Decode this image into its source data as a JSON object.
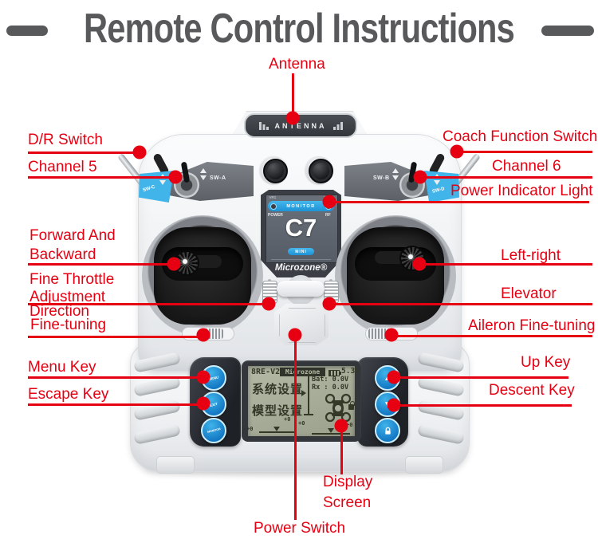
{
  "title": "Remote Control Instructions",
  "callouts": {
    "antenna": "Antenna",
    "dr_switch": "D/R Switch",
    "channel_5": "Channel 5",
    "coach_function_switch": "Coach Function Switch",
    "channel_6": "Channel 6",
    "power_indicator_light": "Power Indicator Light",
    "forward_and": "Forward And",
    "backward": "Backward",
    "fine_throttle": "Fine Throttle",
    "adjustment": "Adjustment",
    "direction": "Direction",
    "direction_fine_tuning": "Fine-tuning",
    "menu_key": "Menu Key",
    "escape_key": "Escape Key",
    "left_right": "Left-right",
    "elevator": "Elevator",
    "aileron_fine_tuning": "Aileron Fine-tuning",
    "up_key": "Up Key",
    "descent_key": "Descent Key",
    "display": "Display",
    "screen": "Screen",
    "power_switch": "Power Switch"
  },
  "device": {
    "antenna_badge": "ANTENNA",
    "switch_labels": {
      "sw_a": "SW-A",
      "sw_b": "SW-B",
      "sw_c": "SW-C",
      "sw_d": "SW-D"
    },
    "screen": {
      "vr1": "VR1",
      "vr2": "VR2",
      "monitor": "MONITOR",
      "power": "POWER",
      "rf": "RF",
      "model": "C7",
      "mini": "MINI",
      "brand": "Microzone®"
    },
    "lcd": {
      "model": "8RE-V2",
      "brand": "Microzone",
      "voltage": "5.3V",
      "bat_line": "Bat:  0.0V",
      "rx_line": "Rx :  0.0V",
      "menu_item_1": "系统设置",
      "menu_item_2": "模型设置",
      "trim_zero": "+0"
    },
    "left_buttons": [
      "MENU",
      "EXIT",
      "MONITOR"
    ],
    "right_button_glyphs": [
      "▲",
      "▼"
    ]
  },
  "colors": {
    "accent_red": "#e60012",
    "title_gray": "#58595b",
    "panel_blue": "#41b4e9",
    "button_blue": "#1e8fd2",
    "lcd_green": "#a9ae9b"
  }
}
